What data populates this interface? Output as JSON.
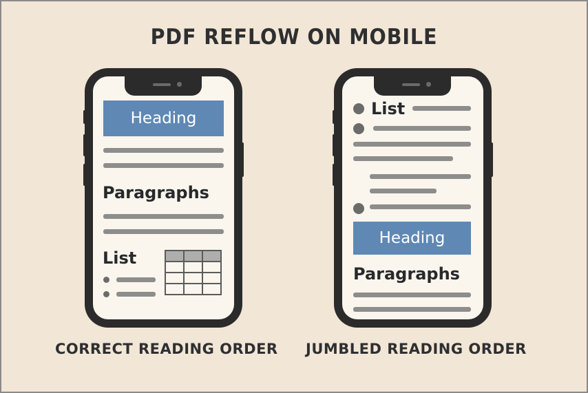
{
  "title": "PDF REFLOW ON MOBILE",
  "colors": {
    "background": "#f2e6d6",
    "phone_frame": "#2b2b2b",
    "screen": "#faf6ee",
    "heading_fill": "#5f88b4",
    "text_dark": "#27292c",
    "line_gray": "#8d8d8b"
  },
  "left_phone": {
    "caption": "CORRECT READING ORDER",
    "heading": "Heading",
    "paragraphs": "Paragraphs",
    "list": "List",
    "table": {
      "rows": 4,
      "cols": 3,
      "header_row": true
    }
  },
  "right_phone": {
    "caption": "JUMBLED READING ORDER",
    "list": "List",
    "heading": "Heading",
    "paragraphs": "Paragraphs"
  }
}
